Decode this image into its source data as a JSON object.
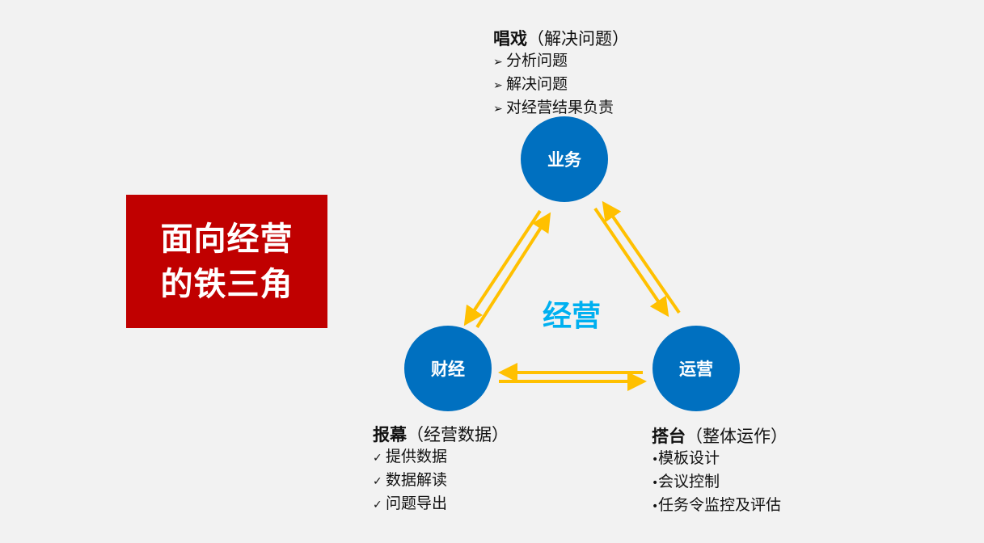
{
  "title_box": {
    "line1": "面向经营",
    "line2": "的铁三角"
  },
  "center_label": "经营",
  "nodes": {
    "business": "业务",
    "finance": "财经",
    "operations": "运营"
  },
  "colors": {
    "red": "#c00000",
    "node": "#0070c0",
    "arrow": "#ffc000",
    "center": "#00b0f0"
  },
  "business_block": {
    "title": "唱戏",
    "subtitle": "（解决问题）",
    "marker": "➢",
    "items": [
      "分析问题",
      "解决问题",
      "对经营结果负责"
    ]
  },
  "finance_block": {
    "title": "报幕",
    "subtitle": "（经营数据）",
    "marker": "✓",
    "items": [
      "提供数据",
      "数据解读",
      "问题导出"
    ]
  },
  "operations_block": {
    "title": "搭台",
    "subtitle": "（整体运作）",
    "marker": "•",
    "items": [
      "模板设计",
      "会议控制",
      "任务令监控及评估"
    ]
  }
}
